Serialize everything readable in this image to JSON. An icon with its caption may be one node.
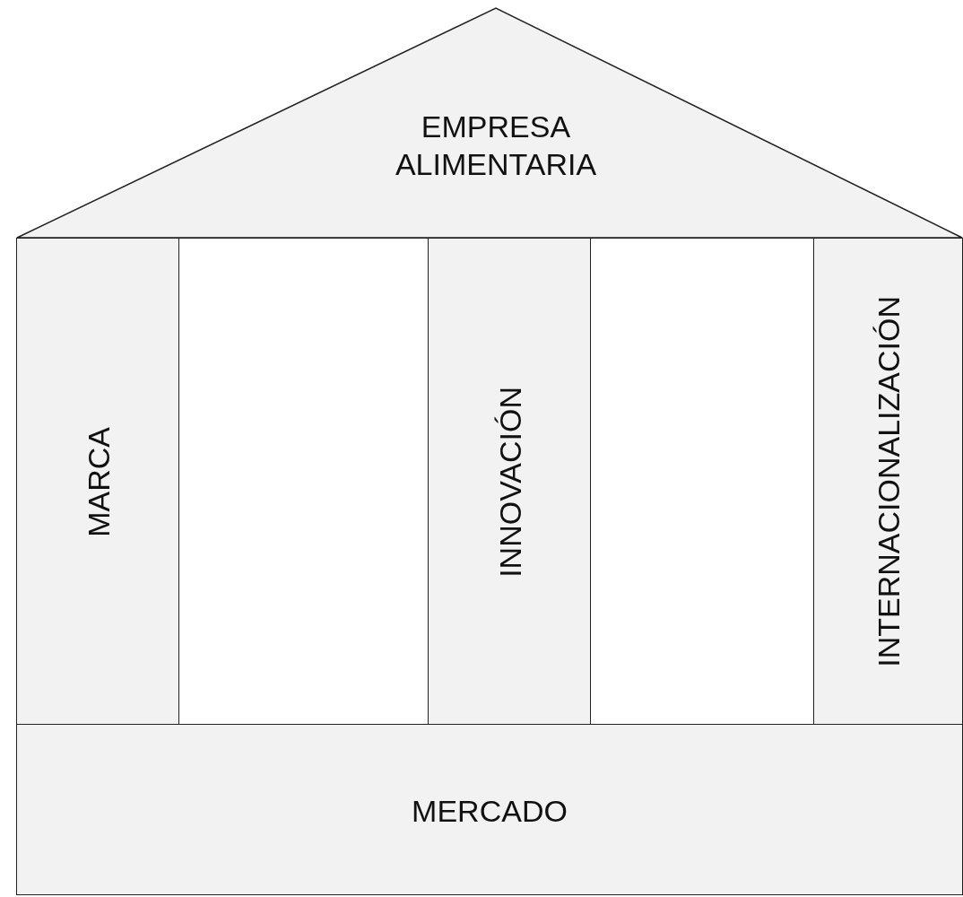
{
  "diagram": {
    "nodes": [
      {
        "text": [
          "EMPRESA ALIMENTARIA"
        ]
      },
      {
        "text": [
          "MARCA"
        ]
      },
      {
        "text": [],
        "shape": "box"
      },
      {
        "text": [
          "INNOVACIÓN"
        ]
      },
      {
        "text": [],
        "shape": "box"
      },
      {
        "text": [
          "INTERNACIONALIZACIÓN"
        ]
      },
      {
        "text": [
          "MERCADO"
        ]
      }
    ]
  }
}
